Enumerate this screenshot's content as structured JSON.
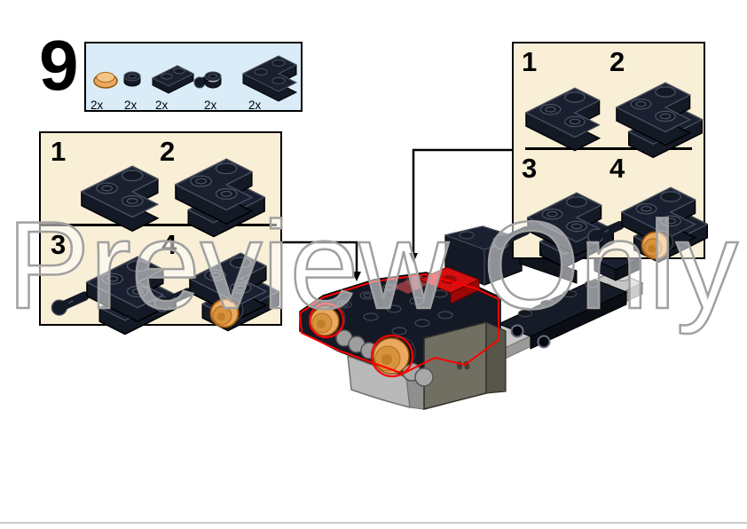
{
  "step": {
    "number": "9"
  },
  "watermark": {
    "text": "Preview Only"
  },
  "parts_callout": {
    "background": "#d9ecf8",
    "items": [
      {
        "part": "trans-orange round dish",
        "count": "2x"
      },
      {
        "part": "black round plate 1x1",
        "count": "2x"
      },
      {
        "part": "black plate 1x2",
        "count": "2x"
      },
      {
        "part": "black plate with towball",
        "count": "2x"
      },
      {
        "part": "black corner plate 2x2",
        "count": "2x"
      }
    ]
  },
  "left_panel": {
    "background": "#f9efd6",
    "steps": [
      {
        "label": "1"
      },
      {
        "label": "2"
      },
      {
        "label": "3"
      },
      {
        "label": "4"
      }
    ]
  },
  "right_panel": {
    "background": "#f9efd6",
    "steps": [
      {
        "label": "1"
      },
      {
        "label": "2"
      },
      {
        "label": "3"
      },
      {
        "label": "4"
      }
    ]
  },
  "colors": {
    "panel_bg": "#f9efd6",
    "parts_bg": "#d9ecf8",
    "black_part": "#141926",
    "chassis_gray": "#c2c2c2",
    "bumper_gray": "#716f62",
    "red_part": "#d60f0f",
    "trans_orange": "#eaa95e",
    "highlight_red": "#ff0000",
    "watermark_stroke": "#a0a0a0",
    "footer_line": "#cccccc"
  }
}
